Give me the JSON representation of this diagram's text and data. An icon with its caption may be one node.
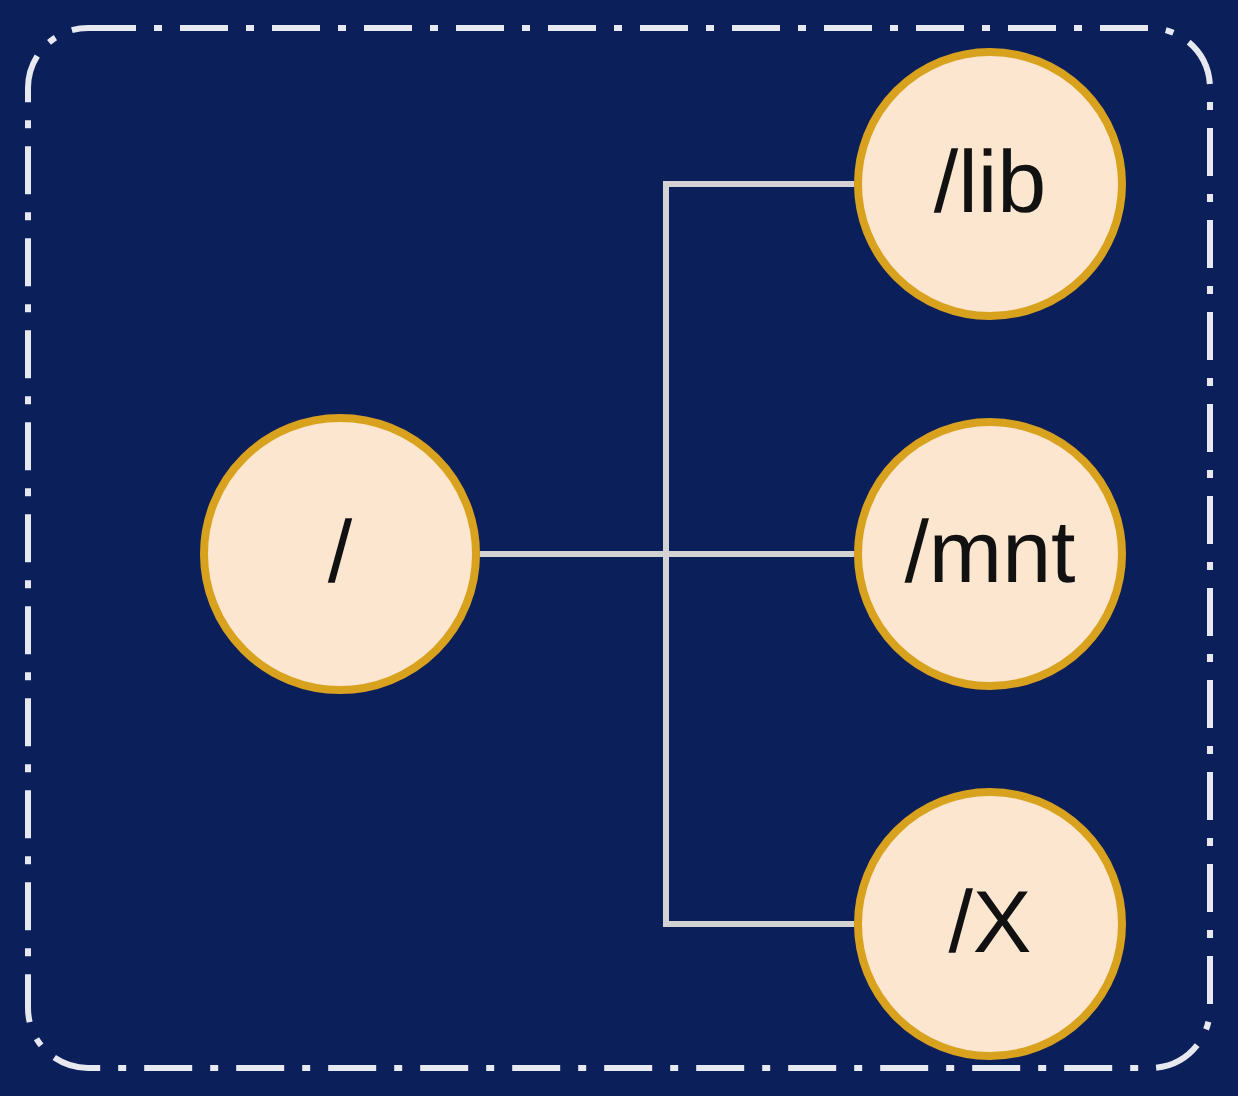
{
  "diagram": {
    "nodes": [
      {
        "text": [],
        "shape": "box"
      },
      {
        "text": [
          "/"
        ],
        "in": 0
      },
      {
        "text": [
          "/lib"
        ],
        "in": 0
      },
      {
        "text": [
          "/mnt"
        ],
        "in": 0
      },
      {
        "text": [
          "/X"
        ],
        "in": 0
      }
    ],
    "edges": [
      {
        "from": 1,
        "to": 2,
        "arrow": "none"
      },
      {
        "from": 1,
        "to": 3,
        "arrow": "none"
      },
      {
        "from": 1,
        "to": 4,
        "arrow": "none"
      }
    ]
  }
}
